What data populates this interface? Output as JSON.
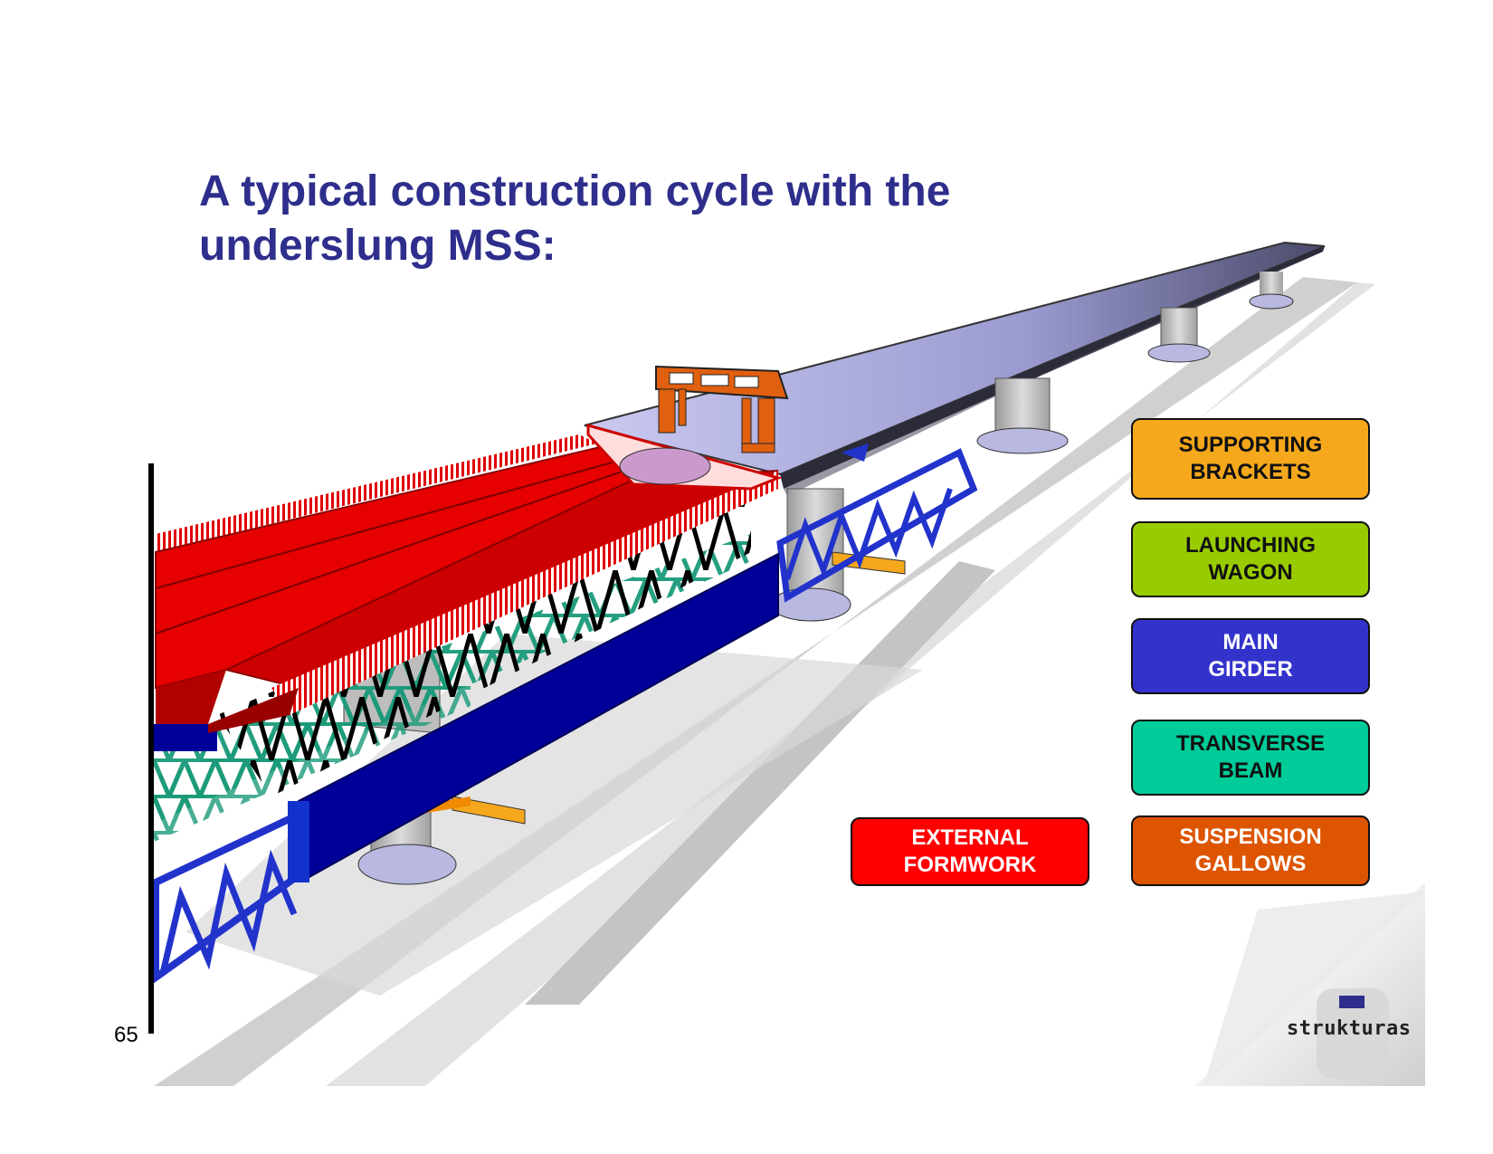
{
  "slide": {
    "title_line1": "A typical construction cycle with the",
    "title_line2": "underslung MSS:",
    "page_number": "65"
  },
  "legend": [
    {
      "line1": "SUPPORTING",
      "line2": "BRACKETS",
      "bg": "#f5a81c",
      "color": "#111111"
    },
    {
      "line1": "LAUNCHING",
      "line2": "WAGON",
      "bg": "#99cc00",
      "color": "#111111"
    },
    {
      "line1": "MAIN",
      "line2": "GIRDER",
      "bg": "#3333cc",
      "color": "#ffffff"
    },
    {
      "line1": "TRANSVERSE",
      "line2": "BEAM",
      "bg": "#00cc99",
      "color": "#111111"
    },
    {
      "line1": "SUSPENSION",
      "line2": "GALLOWS",
      "bg": "#dd5500",
      "color": "#ffffff"
    },
    {
      "line1": "EXTERNAL",
      "line2": "FORMWORK",
      "bg": "#ff0000",
      "color": "#ffffff"
    }
  ],
  "logo": {
    "text": "strukturas"
  },
  "colors": {
    "title": "#2e2e8c",
    "deck": "#a9a9dd",
    "formwork": "#e60000",
    "main_girder": "#000099",
    "truss": "#2233cc",
    "transverse_beam": "#1a9a7a",
    "gallows": "#e06010",
    "bracket": "#f5a81c",
    "pier": "#c8c8c8",
    "shadow": "#d4d4d4"
  }
}
